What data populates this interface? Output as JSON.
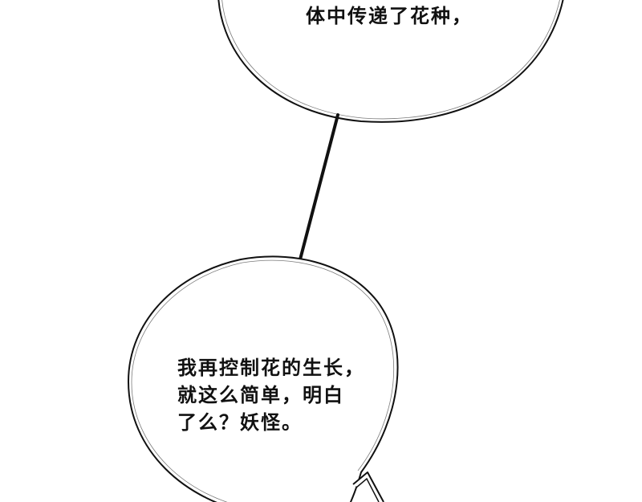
{
  "panel": {
    "top_bubble": {
      "lines": [
        "体中传递了花种，"
      ]
    },
    "bottom_bubble": {
      "lines": [
        "我再控制花的生长，",
        "就这么简单，明白",
        "了么？妖怪。"
      ]
    }
  }
}
